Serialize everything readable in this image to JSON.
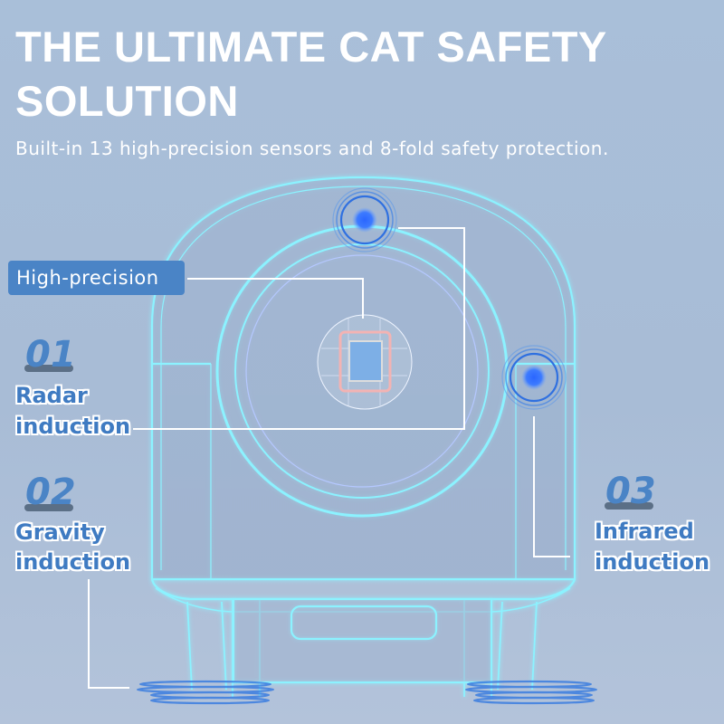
{
  "header": {
    "title": "THE ULTIMATE CAT SAFETY SOLUTION",
    "subtitle": "Built-in 13 high-precision sensors and 8-fold safety protection."
  },
  "badge": {
    "label": "High-precision"
  },
  "features": [
    {
      "number": "01",
      "line1": "Radar",
      "line2": "induction"
    },
    {
      "number": "02",
      "line1": "Gravity",
      "line2": "induction"
    },
    {
      "number": "03",
      "line1": "Infrared",
      "line2": "induction"
    }
  ],
  "colors": {
    "background": "#a9bfd9",
    "accent_blue": "#4a84c6",
    "glow_cyan": "#7ff0ff",
    "sensor_dot": "#2f6ff0"
  }
}
